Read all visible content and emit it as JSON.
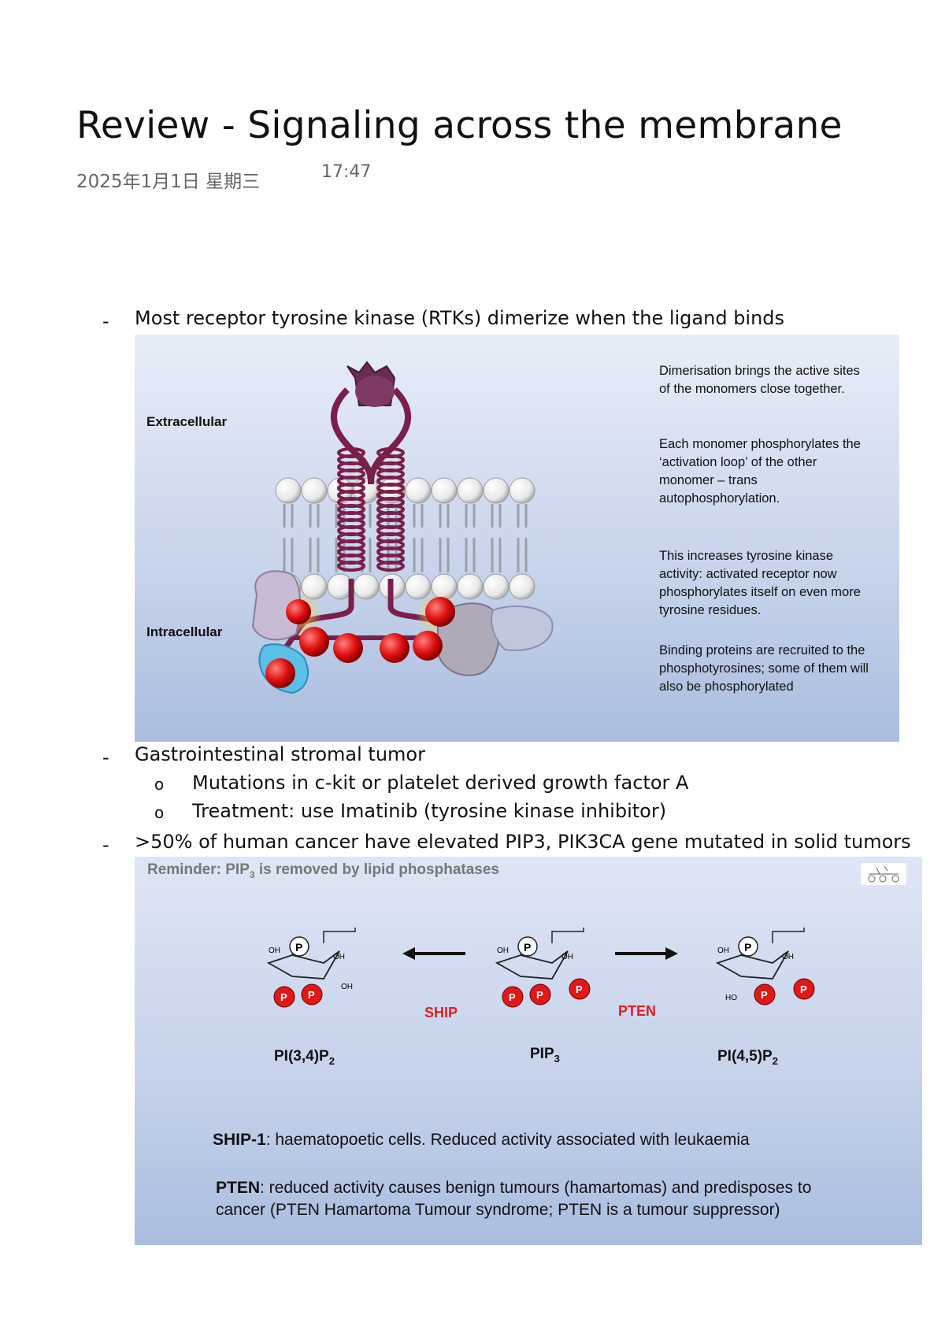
{
  "page": {
    "title": "Review - Signaling across the membrane",
    "date": "2025年1月1日 星期三",
    "time": "17:47"
  },
  "bullets": {
    "b1": "Most receptor tyrosine kinase (RTKs) dimerize when the ligand binds",
    "b2": "Gastrointestinal stromal tumor",
    "b2_sub1": "Mutations in c-kit or platelet derived growth factor A",
    "b2_sub2": "Treatment: use Imatinib (tyrosine kinase inhibitor)",
    "b3": ">50% of human cancer have elevated PIP3, PIK3CA gene mutated in solid tumors"
  },
  "figure1": {
    "extracellular": "Extracellular",
    "intracellular": "Intracellular",
    "para1": "Dimerisation brings the active sites of the monomers close together.",
    "para2": "Each monomer phosphorylates the ‘activation loop’ of the other monomer – trans autophosphorylation.",
    "para3": "This increases tyrosine kinase activity: activated  receptor now phosphorylates itself on even more tyrosine residues.",
    "para4": "Binding proteins are recruited to the phosphotyrosines; some of them will also be phosphorylated"
  },
  "figure2": {
    "head_a": "Reminder: PIP",
    "head_sub": "3",
    "head_b": " is removed by lipid phosphatases",
    "left_cap": "PI(3,4)P",
    "left_sub": "2",
    "mid_cap": "PIP",
    "mid_sub": "3",
    "right_cap": "PI(4,5)P",
    "right_sub": "2",
    "ship": "SHIP",
    "pten": "PTEN",
    "p_label": "P",
    "oh": "OH",
    "ho": "HO",
    "ship1_bold": "SHIP-1",
    "ship1_text": ": haematopoetic cells. Reduced activity associated with leukaemia",
    "pten_bold": "PTEN",
    "pten_text1": ": reduced activity causes benign tumours (hamartomas) and predisposes to",
    "pten_text2": "cancer (PTEN Hamartoma Tumour syndrome; PTEN is a tumour suppressor)"
  }
}
